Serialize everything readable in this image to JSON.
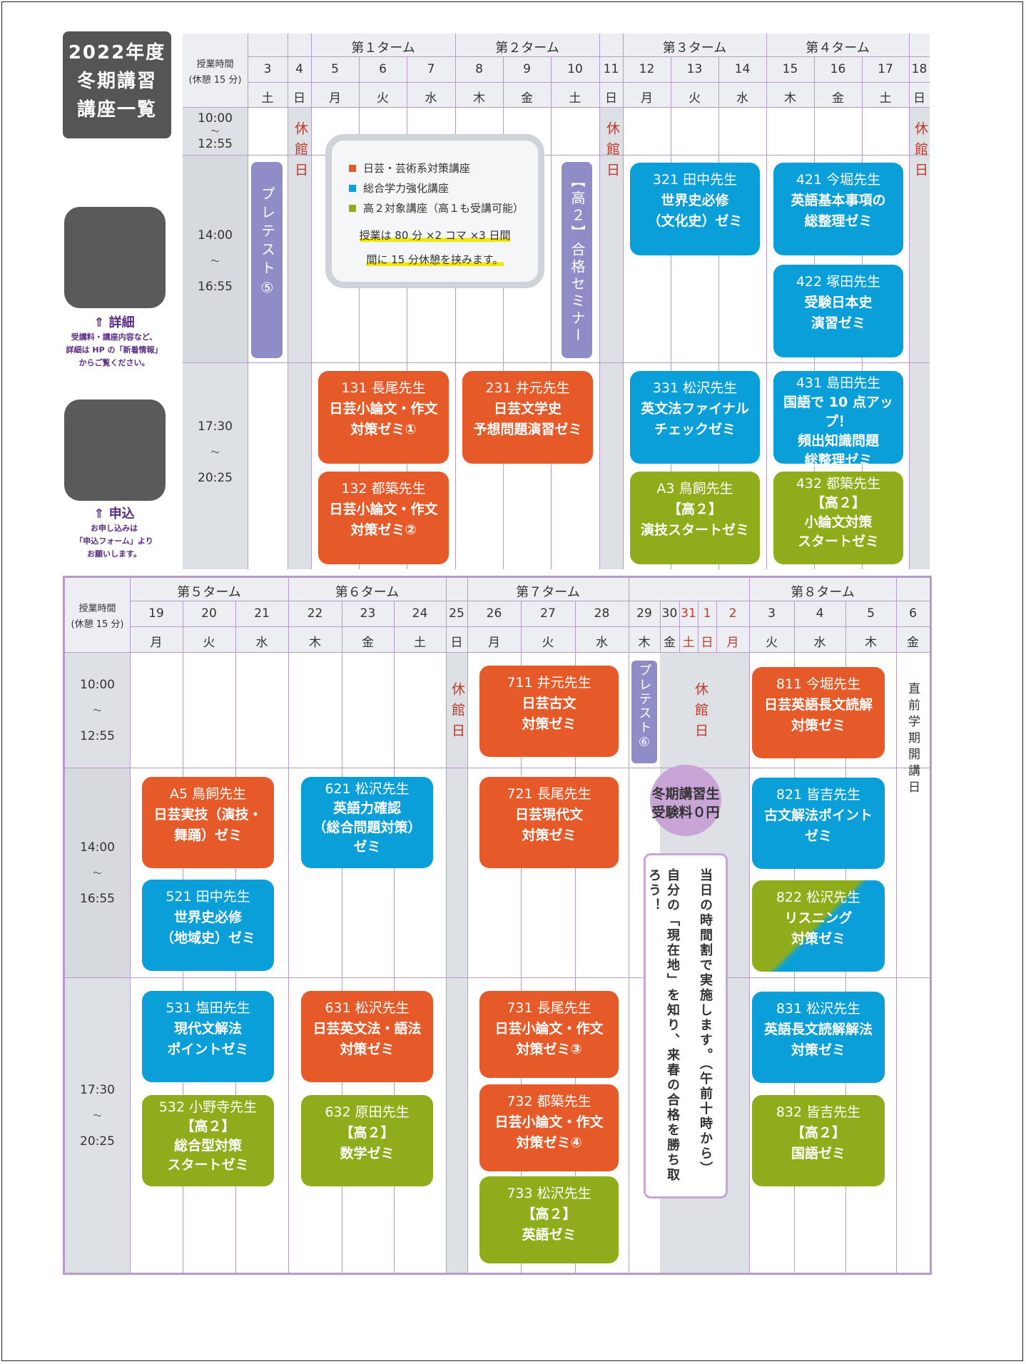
{
  "title": [
    "2022年度",
    "冬期講習",
    "講座一覧"
  ],
  "side": {
    "detail_label": "⇑ 詳細",
    "detail_desc": [
      "受講料・講座内容など、",
      "詳細は HP の「新着情報」",
      "からご覧ください。"
    ],
    "apply_label": "⇑ 申込",
    "apply_desc": [
      "お申し込みは",
      "「申込フォーム」より",
      "お願いします。"
    ]
  },
  "header": {
    "label1": "授業時間",
    "label2": "(休憩 15 分)"
  },
  "top": {
    "terms": [
      "第１ターム",
      "第２ターム",
      "第３ターム",
      "第４ターム"
    ],
    "dates": [
      "3",
      "4",
      "5",
      "6",
      "7",
      "8",
      "9",
      "10",
      "11",
      "12",
      "13",
      "14",
      "15",
      "16",
      "17",
      "18"
    ],
    "days": [
      "土",
      "日",
      "月",
      "火",
      "水",
      "木",
      "金",
      "土",
      "日",
      "月",
      "火",
      "水",
      "木",
      "金",
      "土",
      "日"
    ],
    "times": [
      {
        "a": "10:00",
        "b": "〜",
        "c": "12:55"
      },
      {
        "a": "14:00",
        "b": "〜",
        "c": "16:55"
      },
      {
        "a": "17:30",
        "b": "〜",
        "c": "20:25"
      }
    ],
    "closed": "休館日",
    "pretest5": "プレテスト⑤",
    "seminar": "【高２】合格セミナー",
    "legend": {
      "items": [
        "日芸・芸術系対策講座",
        "総合学力強化講座",
        "高２対象講座（高１も受講可能）"
      ],
      "colors": [
        "#e65a2a",
        "#0a9fd8",
        "#8fad1a"
      ],
      "note1": "授業は 80 分 ×2 コマ ×3 日間",
      "note2": "間に 15 分休憩を挟みます。"
    },
    "cards": {
      "c131": [
        "131 長尾先生",
        "日芸小論文・作文",
        "対策ゼミ①"
      ],
      "c132": [
        "132 都築先生",
        "日芸小論文・作文",
        "対策ゼミ②"
      ],
      "c231": [
        "231 井元先生",
        "日芸文学史",
        "予想問題演習ゼミ"
      ],
      "c321": [
        "321 田中先生",
        "世界史必修",
        "（文化史）ゼミ"
      ],
      "c331": [
        "331 松沢先生",
        "英文法ファイナル",
        "チェックゼミ"
      ],
      "cA3": [
        "A3 鳥飼先生",
        "【高２】",
        "演技スタートゼミ"
      ],
      "c421": [
        "421 今堀先生",
        "英語基本事項の",
        "総整理ゼミ"
      ],
      "c422": [
        "422 塚田先生",
        "受験日本史",
        "演習ゼミ"
      ],
      "c431": [
        "431 島田先生",
        "国語で 10 点アップ！",
        "頻出知識問題",
        "総整理ゼミ"
      ],
      "c432": [
        "432 都築先生",
        "【高２】",
        "小論文対策",
        "スタートゼミ"
      ]
    }
  },
  "bottom": {
    "terms": [
      "第５ターム",
      "第６ターム",
      "第７ターム",
      "第８ターム"
    ],
    "dates": [
      "19",
      "20",
      "21",
      "22",
      "23",
      "24",
      "25",
      "26",
      "27",
      "28",
      "29",
      "30",
      "31",
      "1",
      "2",
      "3",
      "4",
      "5",
      "6"
    ],
    "days": [
      "月",
      "火",
      "水",
      "木",
      "金",
      "土",
      "日",
      "月",
      "火",
      "水",
      "木",
      "金",
      "土",
      "日",
      "月",
      "火",
      "水",
      "木",
      "金"
    ],
    "closed": "休館日",
    "pretest6": "プレテスト⑥",
    "bubble": [
      "冬期講習生",
      "受験料０円"
    ],
    "note": [
      "当日の時間割で実施します。（午前十時から）",
      "自分の「現在地」を知り、来春の合格を勝ち取ろう！"
    ],
    "last_col": "直前学期開講日",
    "cards": {
      "cA5": [
        "A5 鳥飼先生",
        "日芸実技（演技・",
        "舞踊）ゼミ"
      ],
      "c521": [
        "521 田中先生",
        "世界史必修",
        "（地域史）ゼミ"
      ],
      "c531": [
        "531 塩田先生",
        "現代文解法",
        "ポイントゼミ"
      ],
      "c532": [
        "532 小野寺先生",
        "【高２】",
        "総合型対策",
        "スタートゼミ"
      ],
      "c621": [
        "621 松沢先生",
        "英語力確認",
        "（総合問題対策）",
        "ゼミ"
      ],
      "c631": [
        "631 松沢先生",
        "日芸英文法・語法",
        "対策ゼミ"
      ],
      "c632": [
        "632 原田先生",
        "【高２】",
        "数学ゼミ"
      ],
      "c711": [
        "711 井元先生",
        "日芸古文",
        "対策ゼミ"
      ],
      "c721": [
        "721 長尾先生",
        "日芸現代文",
        "対策ゼミ"
      ],
      "c731": [
        "731 長尾先生",
        "日芸小論文・作文",
        "対策ゼミ③"
      ],
      "c732": [
        "732 都築先生",
        "日芸小論文・作文",
        "対策ゼミ④"
      ],
      "c733": [
        "733 松沢先生",
        "【高２】",
        "英語ゼミ"
      ],
      "c811": [
        "811 今堀先生",
        "日芸英語長文読解",
        "対策ゼミ"
      ],
      "c821": [
        "821 皆吉先生",
        "古文解法ポイント",
        "ゼミ"
      ],
      "c822": [
        "822 松沢先生",
        "リスニング",
        "対策ゼミ"
      ],
      "c831": [
        "831 松沢先生",
        "英語長文読解解法",
        "対策ゼミ"
      ],
      "c832": [
        "832 皆吉先生",
        "【高２】",
        "国語ゼミ"
      ]
    }
  }
}
